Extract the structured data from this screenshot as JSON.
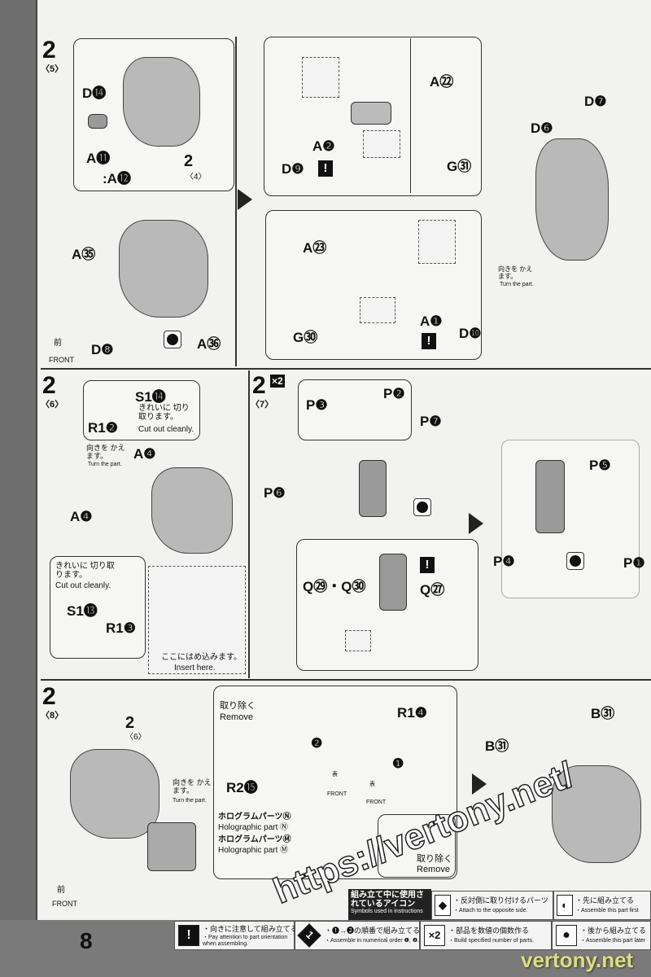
{
  "page_number": "8",
  "step5": {
    "num": "2",
    "sub": "〈5〉",
    "labels": [
      "D⓮",
      "A⓫",
      ":A⓬",
      "2",
      "〈4〉",
      "A㉟",
      "D❽",
      "A㊱",
      "A㉒",
      "G㉛",
      "A❷",
      "D❾",
      "D❼",
      "D❻",
      "A㉓",
      "G㉚",
      "A❶",
      "D❿"
    ],
    "turn_jp": "向きを かえます。",
    "turn_en": "Turn the part.",
    "front_jp": "前",
    "front_en": "FRONT"
  },
  "step6": {
    "num": "2",
    "sub": "〈6〉",
    "s1a": "S1⓮",
    "cut_jp": "きれいに 切り取ります。",
    "cut_en": "Cut out cleanly.",
    "r1a": "R1❷",
    "turn_jp": "向きを かえます。",
    "turn_en": "Turn the part.",
    "a4a": "A❹",
    "a4b": "A❹",
    "cut2_jp": "きれいに 切り取ります。",
    "cut2_en": "Cut out cleanly.",
    "s1b": "S1⓭",
    "r1b": "R1❸",
    "insert_jp": "ここにはめ込みます。",
    "insert_en": "Insert here."
  },
  "step7": {
    "num": "2",
    "sub": "〈7〉",
    "mult": "×2",
    "labels": [
      "P❸",
      "P❷",
      "P❼",
      "P❻",
      "Q㉙・Q㉚",
      "Q㉗",
      "P❺",
      "P❹",
      "P❶"
    ]
  },
  "step8": {
    "num": "2",
    "sub": "〈8〉",
    "ref_num": "2",
    "ref_sub": "〈6〉",
    "turn_jp": "向きを かえます。",
    "turn_en": "Turn the part.",
    "remove_jp": "取り除く",
    "remove_en": "Remove",
    "r1": "R1❹",
    "r2": "R2⓯",
    "holo_n_jp": "ホログラムパーツⓃ",
    "holo_n_en": "Holographic part Ⓝ",
    "holo_m_jp": "ホログラムパーツⓂ",
    "holo_m_en": "Holographic part Ⓜ",
    "front_jp": "表",
    "front_en": "FRONT",
    "b31a": "B㉛",
    "b31b": "B㉛",
    "order1": "❶",
    "order2": "❷",
    "page_front_jp": "前",
    "page_front_en": "FRONT"
  },
  "legend": {
    "title_jp": "組み立て中に使用されているアイコン",
    "title_en": "Symbols used in instructions",
    "items": [
      {
        "icon": "◆",
        "jp": "・反対側に取り付けるパーツ",
        "en": "・Attach to the opposite side."
      },
      {
        "icon": "◐",
        "jp": "・先に組み立てる",
        "en": "・Assemble this part first"
      },
      {
        "icon": "!",
        "jp": "・向きに注意して組み立てる",
        "en": "・Pay attention to part orientation when assembling."
      },
      {
        "icon": "1",
        "jp": "・❶→❷の順番で組み立てる",
        "en": "・Assemble in numerical order ❶, ❷..."
      },
      {
        "icon": "×2",
        "jp": "・部品を数値の個数作る",
        "en": "・Build specified number of parts."
      },
      {
        "icon": "●",
        "jp": "・後から組み立てる",
        "en": "・Assemble this part later"
      }
    ]
  },
  "watermark": "https://vertony.net/",
  "watermark2": "vertony.net"
}
